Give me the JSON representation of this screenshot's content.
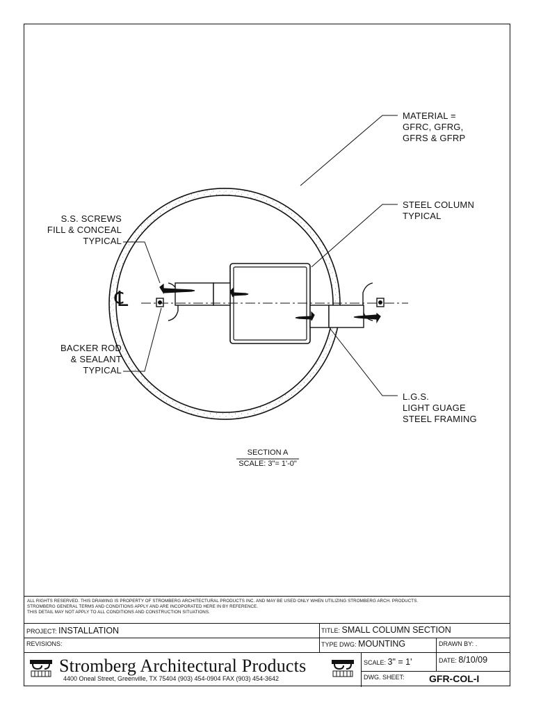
{
  "labels": {
    "material_line1": "MATERIAL =",
    "material_line2": "GFRC, GFRG,",
    "material_line3": "GFRS & GFRP",
    "steel_line1": "STEEL COLUMN",
    "steel_line2": "TYPICAL",
    "screws_line1": "S.S. SCREWS",
    "screws_line2": "FILL & CONCEAL",
    "screws_line3": "TYPICAL",
    "backer_line1": "BACKER ROD",
    "backer_line2": "& SEALANT",
    "backer_line3": "TYPICAL",
    "lgs_line1": "L.G.S.",
    "lgs_line2": "LIGHT GUAGE",
    "lgs_line3": "STEEL FRAMING",
    "centerline_symbol": "℄"
  },
  "section": {
    "title": "SECTION A",
    "scale": "SCALE: 3\"= 1'-0\""
  },
  "rights": {
    "line1": "ALL RIGHTS RESERVED. THIS DRAWING IS PROPERTY OF STROMBERG ARCHITECTURAL PRODUCTS INC. AND MAY BE USED ONLY WHEN UTILIZING STROMBERG ARCH. PRODUCTS.",
    "line2": "STROMBERG GENERAL TERMS AND CONDITIONS APPLY AND ARE INCOPORATED HERE IN BY REFERENCE.",
    "line3": "THIS DETAIL MAY NOT APPLY TO ALL CONDITIONS AND CONSTRUCTION SITUATIONS."
  },
  "title_block": {
    "project_label": "PROJECT:",
    "project_value": "INSTALLATION",
    "revisions_label": "REVISIONS:",
    "title_label": "TITLE:",
    "title_value": "SMALL COLUMN SECTION",
    "type_label": "TYPE DWG:",
    "type_value": "MOUNTING",
    "drawn_label": "DRAWN BY:",
    "drawn_value": ".",
    "scale_label": "SCALE:",
    "scale_value": "3\" = 1'",
    "date_label": "DATE:",
    "date_value": "8/10/09",
    "sheet_label": "DWG. SHEET:",
    "sheet_value": "GFR-COL-I",
    "company": "Stromberg Architectural Products",
    "address": "4400 Oneal Street, Greenville, TX  75404   (903) 454-0904   FAX (903) 454-3642"
  }
}
